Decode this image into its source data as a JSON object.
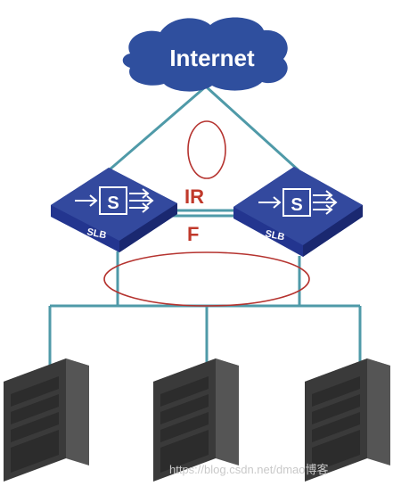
{
  "cloud": {
    "label": "Internet",
    "fill": "#2f4f9e"
  },
  "switches": [
    {
      "id": "slb-left",
      "icon_letter": "S",
      "label": "SLB"
    },
    {
      "id": "slb-right",
      "icon_letter": "S",
      "label": "SLB"
    }
  ],
  "irf_label": {
    "line1": "IR",
    "line2": "F"
  },
  "servers": [
    {
      "id": "server-left",
      "icon": "tower-server-icon"
    },
    {
      "id": "server-middle",
      "icon": "tower-server-icon"
    },
    {
      "id": "server-right",
      "icon": "tower-server-icon"
    }
  ],
  "watermark": "https://blog.csdn.net/dmao博客",
  "colors": {
    "link": "#4f9aa8",
    "switch_body": "#23358f",
    "switch_top": "#33499e",
    "highlight_ellipse": "#b5332f",
    "irf_text": "#c0392b",
    "server_front": "#3a3a3a",
    "server_side": "#555555"
  }
}
